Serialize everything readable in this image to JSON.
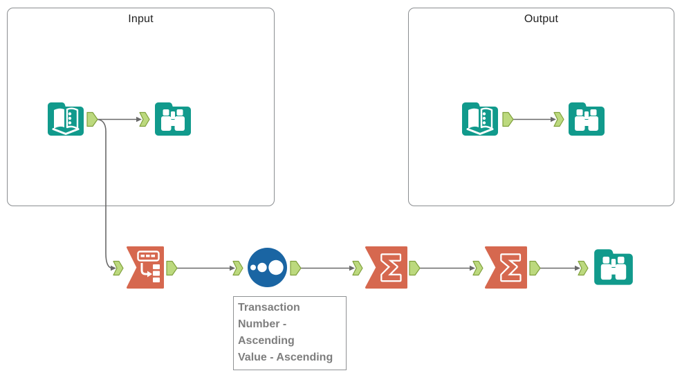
{
  "app": {
    "name": "workflow-canvas"
  },
  "containers": {
    "input": {
      "title": "Input"
    },
    "output": {
      "title": "Output"
    }
  },
  "nodes": [
    {
      "icon": "text-input-icon",
      "container": "input"
    },
    {
      "icon": "browse-icon",
      "container": "input"
    },
    {
      "icon": "text-input-icon",
      "container": "output"
    },
    {
      "icon": "browse-icon",
      "container": "output"
    },
    {
      "icon": "transpose-icon",
      "container": null
    },
    {
      "icon": "sort-icon",
      "container": null,
      "annotation": "Transaction Number - Ascending Value - Ascending"
    },
    {
      "icon": "summarize-sigma-icon",
      "container": null
    },
    {
      "icon": "summarize-sigma-icon",
      "container": null
    },
    {
      "icon": "browse-icon",
      "container": null
    }
  ],
  "annotation": {
    "lines": [
      "Transaction",
      "Number -",
      "Ascending",
      "Value - Ascending"
    ]
  },
  "colors": {
    "teal_tool": "#119a8c",
    "salmon_tool": "#d6684f",
    "blue_tool": "#1a65a3",
    "anchor_fill": "#bcd97e",
    "anchor_stroke": "#7fa03c",
    "wire": "#696969",
    "container_border": "#8a8d90",
    "annotation_text": "#7e7e7e"
  }
}
